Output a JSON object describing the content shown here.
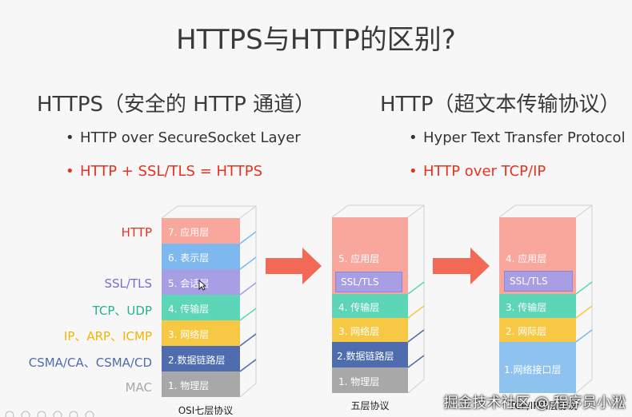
{
  "title": "HTTPS与HTTP的区别?",
  "left": {
    "heading": "HTTPS（安全的 HTTP 通道）",
    "bullets": [
      "HTTP over SecureSocket Layer",
      "HTTP + SSL/TLS = HTTPS"
    ]
  },
  "right": {
    "heading": "HTTP（超文本传输协议）",
    "bullets": [
      "Hyper Text Transfer Protocol",
      "HTTP over TCP/IP"
    ]
  },
  "side_labels": [
    "HTTP",
    "SSL/TLS",
    "TCP、UDP",
    "IP、ARP、ICMP",
    "CSMA/CA、CSMA/CD",
    "MAC"
  ],
  "osi": {
    "label": "OSI七层协议",
    "layers": [
      "7.    应用层",
      "6.    表示层",
      "5.    会话层",
      "4.    传输层",
      "3.    网络层",
      "2.数据链路层",
      "1.    物理层"
    ]
  },
  "five": {
    "label": "五层协议",
    "layers": [
      "5.    应用层",
      "SSL/TLS",
      "4.    传输层",
      "3.    网络层",
      "2.数据链路层",
      "1.    物理层"
    ]
  },
  "tcpip": {
    "label": "TCP/IP四层协议",
    "layers": [
      "4.    应用层",
      "SSL/TLS",
      "3.    传输层",
      "2.    网际层",
      "1.网络接口层"
    ]
  },
  "colors": {
    "app": "#f9a69c",
    "presentation": "#7db8ee",
    "session": "#a79ee3",
    "transport": "#5dd6b7",
    "network": "#f6c844",
    "datalink": "#4f6cae",
    "physical": "#a8a8a8",
    "arrow": "#f26a55",
    "red_text": "#e8321f"
  },
  "watermark": "掘金技术社区 @ 程序员小淞"
}
